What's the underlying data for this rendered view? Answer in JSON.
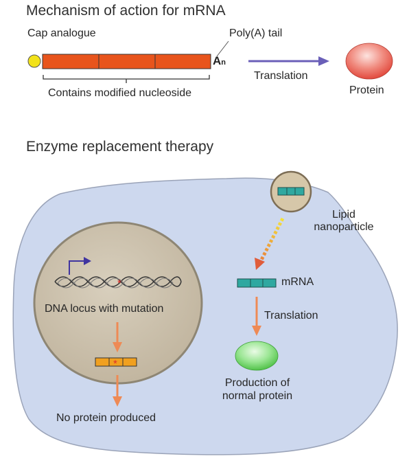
{
  "top": {
    "title": "Mechanism of action for mRNA",
    "cap_label": "Cap analogue",
    "polya_label": "Poly(A) tail",
    "polya_symbol": "A",
    "polya_subscript": "n",
    "translation_label": "Translation",
    "protein_label": "Protein",
    "nucleoside_label": "Contains modified nucleoside"
  },
  "bottom": {
    "title": "Enzyme replacement therapy",
    "lipid_label_line1": "Lipid",
    "lipid_label_line2": "nanoparticle",
    "mrna_label": "mRNA",
    "translation_label": "Translation",
    "production_line1": "Production of",
    "production_line2": "normal protein",
    "dna_label": "DNA locus with mutation",
    "no_protein_label": "No protein produced"
  },
  "colors": {
    "mrna_orange": "#e8541c",
    "cap_yellow": "#f2e21a",
    "arrow_purple": "#6a5fb8",
    "protein_red": "#ea5a4e",
    "cell_fill": "#cdd8ee",
    "nucleus_fill": "#c7bda9",
    "teal": "#2fa8a0",
    "arrow_orange": "#ee8a55",
    "normal_protein_green": "#7fd67a",
    "mutant_mrna": "#f0a020"
  }
}
